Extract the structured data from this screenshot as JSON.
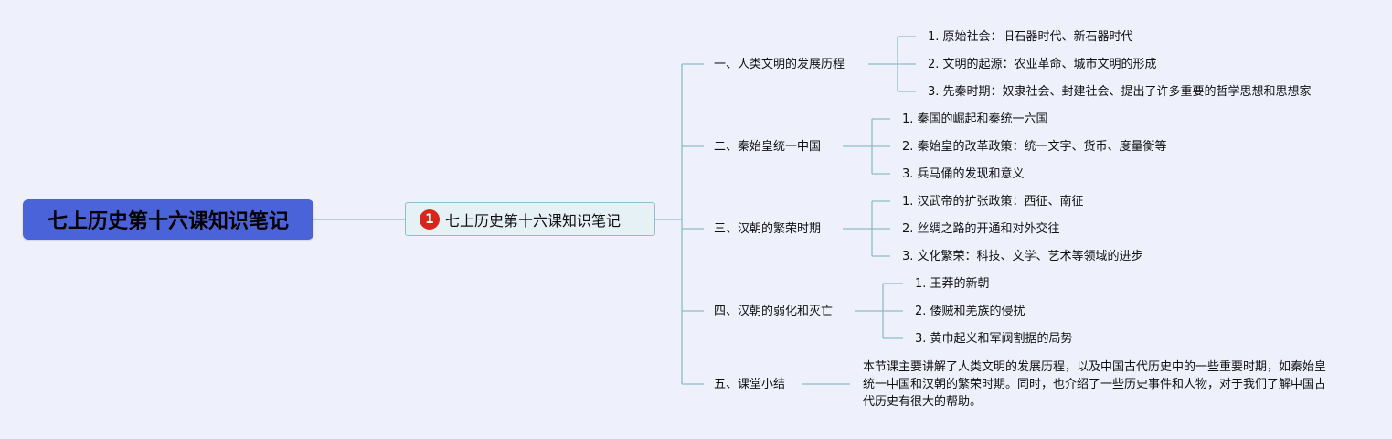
{
  "root": {
    "title": "七上历史第十六课知识笔记"
  },
  "center": {
    "badge": "1",
    "title": "七上历史第十六课知识笔记"
  },
  "branches": [
    {
      "title": "一、人类文明的发展历程",
      "items": [
        "1. 原始社会：旧石器时代、新石器时代",
        "2. 文明的起源：农业革命、城市文明的形成",
        "3. 先秦时期：奴隶社会、封建社会、提出了许多重要的哲学思想和思想家"
      ]
    },
    {
      "title": "二、秦始皇统一中国",
      "items": [
        "1. 秦国的崛起和秦统一六国",
        "2. 秦始皇的改革政策：统一文字、货币、度量衡等",
        "3. 兵马俑的发现和意义"
      ]
    },
    {
      "title": "三、汉朝的繁荣时期",
      "items": [
        "1. 汉武帝的扩张政策：西征、南征",
        "2. 丝绸之路的开通和对外交往",
        "3. 文化繁荣：科技、文学、艺术等领域的进步"
      ]
    },
    {
      "title": "四、汉朝的弱化和灭亡",
      "items": [
        "1. 王莽的新朝",
        "2. 倭贼和羌族的侵扰",
        "3. 黄巾起义和军阀割据的局势"
      ]
    },
    {
      "title": "五、课堂小结",
      "summary": "本节课主要讲解了人类文明的发展历程，以及中国古代历史中的一些重要时期，如秦始皇统一中国和汉朝的繁荣时期。同时，也介绍了一些历史事件和人物，对于我们了解中国古代历史有很大的帮助。"
    }
  ],
  "colors": {
    "root_fill": "#4a63d8",
    "connector": "#8fbcc4",
    "badge": "#d9251c",
    "background": "#eef1fb"
  }
}
